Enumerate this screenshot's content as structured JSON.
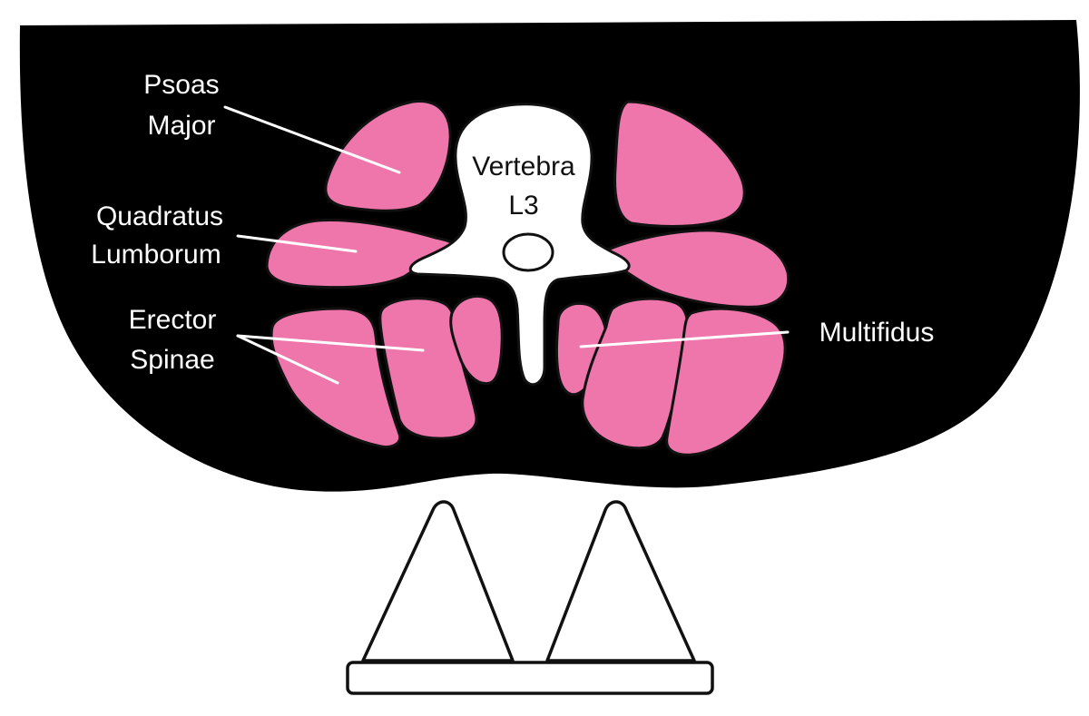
{
  "labels": {
    "psoas_line1": "Psoas",
    "psoas_line2": "Major",
    "quadratus_line1": "Quadratus",
    "quadratus_line2": "Lumborum",
    "erector_line1": "Erector",
    "erector_line2": "Spinae",
    "multifidus": "Multifidus",
    "vertebra_line1": "Vertebra",
    "vertebra_line2": "L3"
  },
  "colors": {
    "muscle": "#ee76ab",
    "body": "#000000",
    "bone": "#ffffff",
    "label_text": "#ffffff"
  }
}
